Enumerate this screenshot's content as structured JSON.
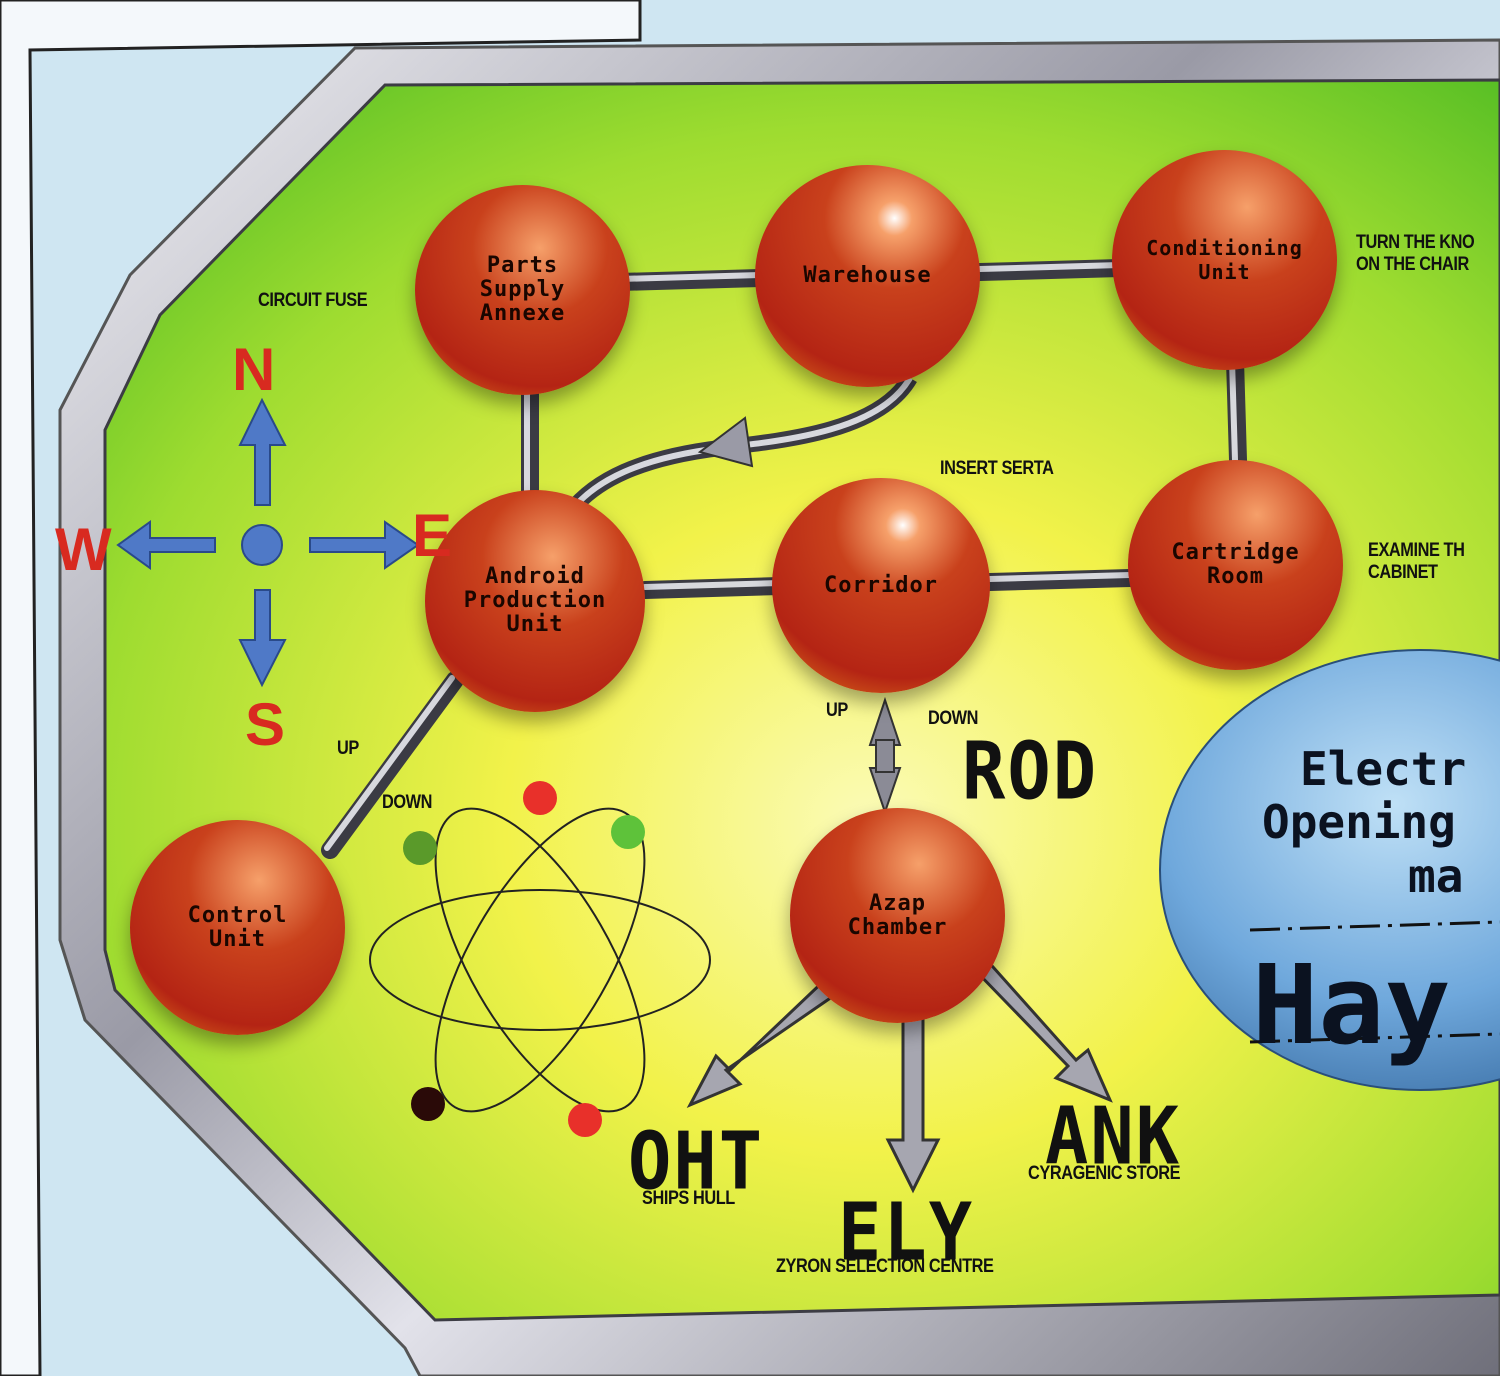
{
  "compass": {
    "north": "N",
    "south": "S",
    "east": "E",
    "west": "W"
  },
  "rooms": {
    "parts_supply": "Parts\nSupply\nAnnexe",
    "warehouse": "Warehouse",
    "conditioning": "Conditioning\nUnit",
    "android": "Android\nProduction\nUnit",
    "corridor": "Corridor",
    "cartridge": "Cartridge\nRoom",
    "control": "Control\nUnit",
    "azap": "Azap\nChamber"
  },
  "notes": {
    "circuit_fuse": "CIRCUIT FUSE",
    "turn_knob": "TURN THE KNO\nON THE CHAIR",
    "insert_serta": "INSERT SERTA",
    "examine": "EXAMINE TH\nCABINET",
    "up_left": "UP",
    "down_left": "DOWN",
    "up_center": "UP",
    "down_center": "DOWN"
  },
  "destinations": {
    "rod": "ROD",
    "oht": "OHT",
    "oht_sub": "SHIPS HULL",
    "ely": "ELY",
    "ely_sub": "ZYRON SELECTION CENTRE",
    "ank": "ANK",
    "ank_sub": "CYRAGENIC STORE"
  },
  "advert": {
    "line1": "Electr",
    "line2": "Opening",
    "line3": "ma",
    "brand": "Hay"
  },
  "colors": {
    "room": "#c0341a",
    "board_green": "#6fca2a",
    "board_yellow": "#f2f24a",
    "compass": "#4f79c7",
    "letters": "#d82a20",
    "ad_blue": "#6fa8dc"
  }
}
